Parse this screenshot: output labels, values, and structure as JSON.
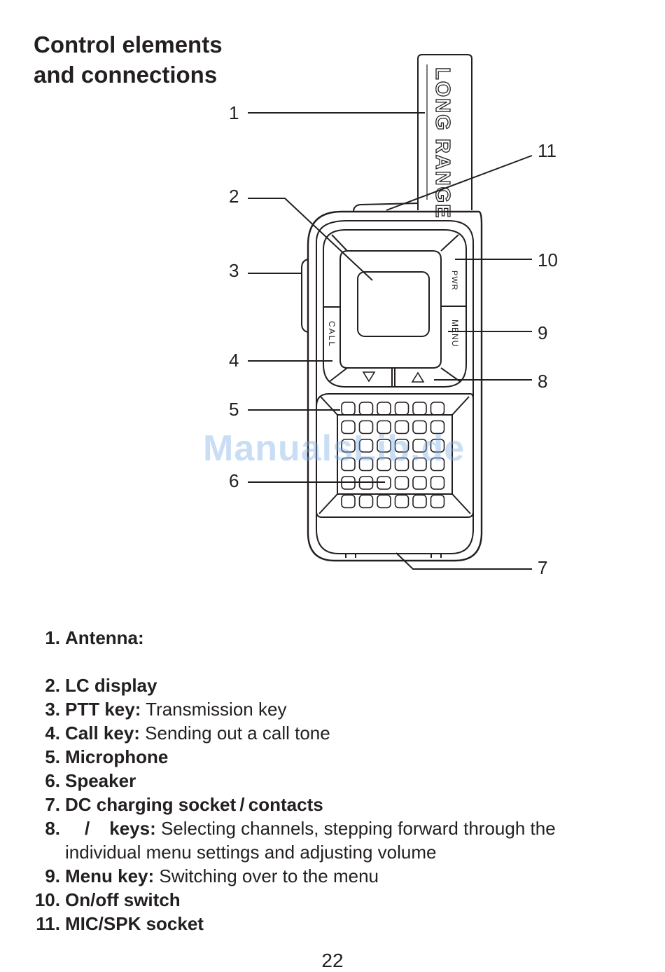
{
  "heading": {
    "line1": "Control elements",
    "line2": "and connections"
  },
  "device": {
    "antenna_text": "LONG RANGE",
    "call_label": "CALL",
    "pwr_label": "PWR",
    "menu_label": "MENU"
  },
  "callouts": {
    "n1": "1",
    "n2": "2",
    "n3": "3",
    "n4": "4",
    "n5": "5",
    "n6": "6",
    "n7": "7",
    "n8": "8",
    "n9": "9",
    "n10": "10",
    "n11": "11"
  },
  "watermark": "ManualsLib.de",
  "legend": [
    {
      "num": "1.",
      "term": "Antenna:",
      "desc": ""
    },
    {
      "num": "2.",
      "term": "LC display",
      "desc": ""
    },
    {
      "num": "3.",
      "term": "PTT key:",
      "desc": " Transmission key"
    },
    {
      "num": "4.",
      "term": "Call key:",
      "desc": " Sending out a call tone"
    },
    {
      "num": "5.",
      "term": "Microphone",
      "desc": ""
    },
    {
      "num": "6.",
      "term": "Speaker",
      "desc": ""
    },
    {
      "num": "7.",
      "term": "DC charging socket / contacts",
      "desc": ""
    },
    {
      "num": "8.",
      "term_sep": "/",
      "term": "keys:",
      "desc": " Selecting channels, stepping forward through the individual menu settings and adjusting volume"
    },
    {
      "num": "9.",
      "term": "Menu key:",
      "desc": " Switching over to the menu"
    },
    {
      "num": "10.",
      "term": "On/off switch",
      "desc": ""
    },
    {
      "num": "11.",
      "term": "MIC/SPK socket",
      "desc": ""
    }
  ],
  "page_number": "22"
}
